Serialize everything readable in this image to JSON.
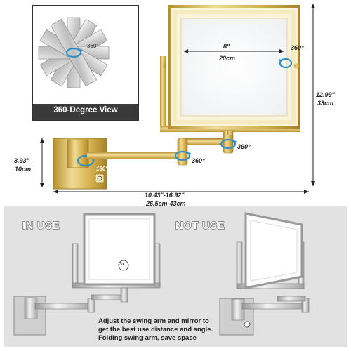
{
  "inset": {
    "caption": "360-Degree View",
    "rotate_label": "360°"
  },
  "dimensions": {
    "mirror_width_in": "8\"",
    "mirror_width_cm": "20cm",
    "mirror_rotate": "360°",
    "height_in": "12.99\"",
    "height_cm": "33cm",
    "plate_in": "3.93\"",
    "plate_cm": "10cm",
    "arm_joint1": "360°",
    "arm_joint2": "360°",
    "plate_rotate": "180°",
    "extend_in": "10.43\"-16.92\"",
    "extend_cm": "26.5cm-43cm"
  },
  "usage": {
    "in_use_label": "IN USE",
    "not_use_label": "NOT USE",
    "magnify_label": "3x",
    "caption_lines": [
      "Adjust the swing arm and mirror to",
      "get the best use distance and angle.",
      "Folding swing arm, save space"
    ]
  },
  "colors": {
    "gold": "#d6b14e",
    "gold_dark": "#a8822a",
    "gold_light": "#f1db93",
    "panel_gray": "#e2e2e2",
    "caption_bg": "#3a3a3a",
    "accent_blue": "#2f8fc8"
  }
}
